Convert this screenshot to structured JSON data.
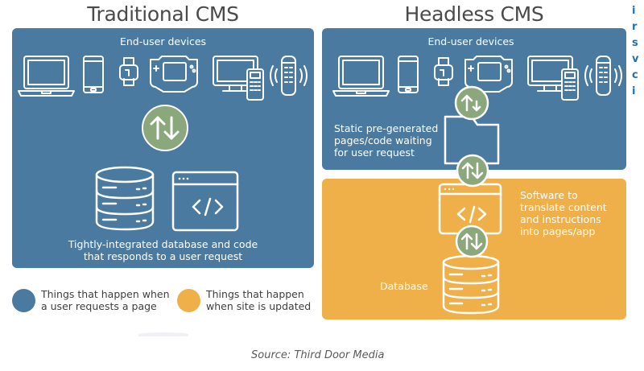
{
  "titles": {
    "traditional": "Traditional CMS",
    "headless": "Headless CMS"
  },
  "traditional": {
    "devices_label": "End-user devices",
    "caption_line1": "Tightly-integrated database and code",
    "caption_line2": "that responds to a user request",
    "icons": [
      "laptop-icon",
      "smartphone-icon",
      "smartwatch-icon",
      "handheld-console-icon",
      "monitor-with-phone-icon",
      "smart-speaker-icon",
      "exchange-arrows-icon",
      "database-icon",
      "code-window-icon"
    ]
  },
  "headless": {
    "devices_label": "End-user devices",
    "static_label_lines": [
      "Static pre-generated",
      "pages/code waiting",
      "for user request"
    ],
    "software_label_lines": [
      "Software to",
      "translate content",
      "and instructions",
      "into pages/app"
    ],
    "database_label": "Database",
    "icons": [
      "laptop-icon",
      "smartphone-icon",
      "smartwatch-icon",
      "handheld-console-icon",
      "monitor-with-phone-icon",
      "smart-speaker-icon",
      "exchange-arrows-icon",
      "folder-icon",
      "code-window-icon",
      "database-icon"
    ]
  },
  "legend": [
    {
      "color": "#4a7a9f",
      "line1": "Things that happen when",
      "line2": "a user requests a page"
    },
    {
      "color": "#efb04a",
      "line1": "Things that happen",
      "line2": "when site is updated"
    }
  ],
  "source": "Source: Third Door Media",
  "clipped_side_text": [
    "i",
    "r",
    "s",
    "v",
    "c",
    "i"
  ],
  "colors": {
    "blue_panel": "#4a7a9f",
    "orange_panel": "#efb04a",
    "green_circle": "#8aa87c",
    "title_text": "#4a4a4a"
  }
}
